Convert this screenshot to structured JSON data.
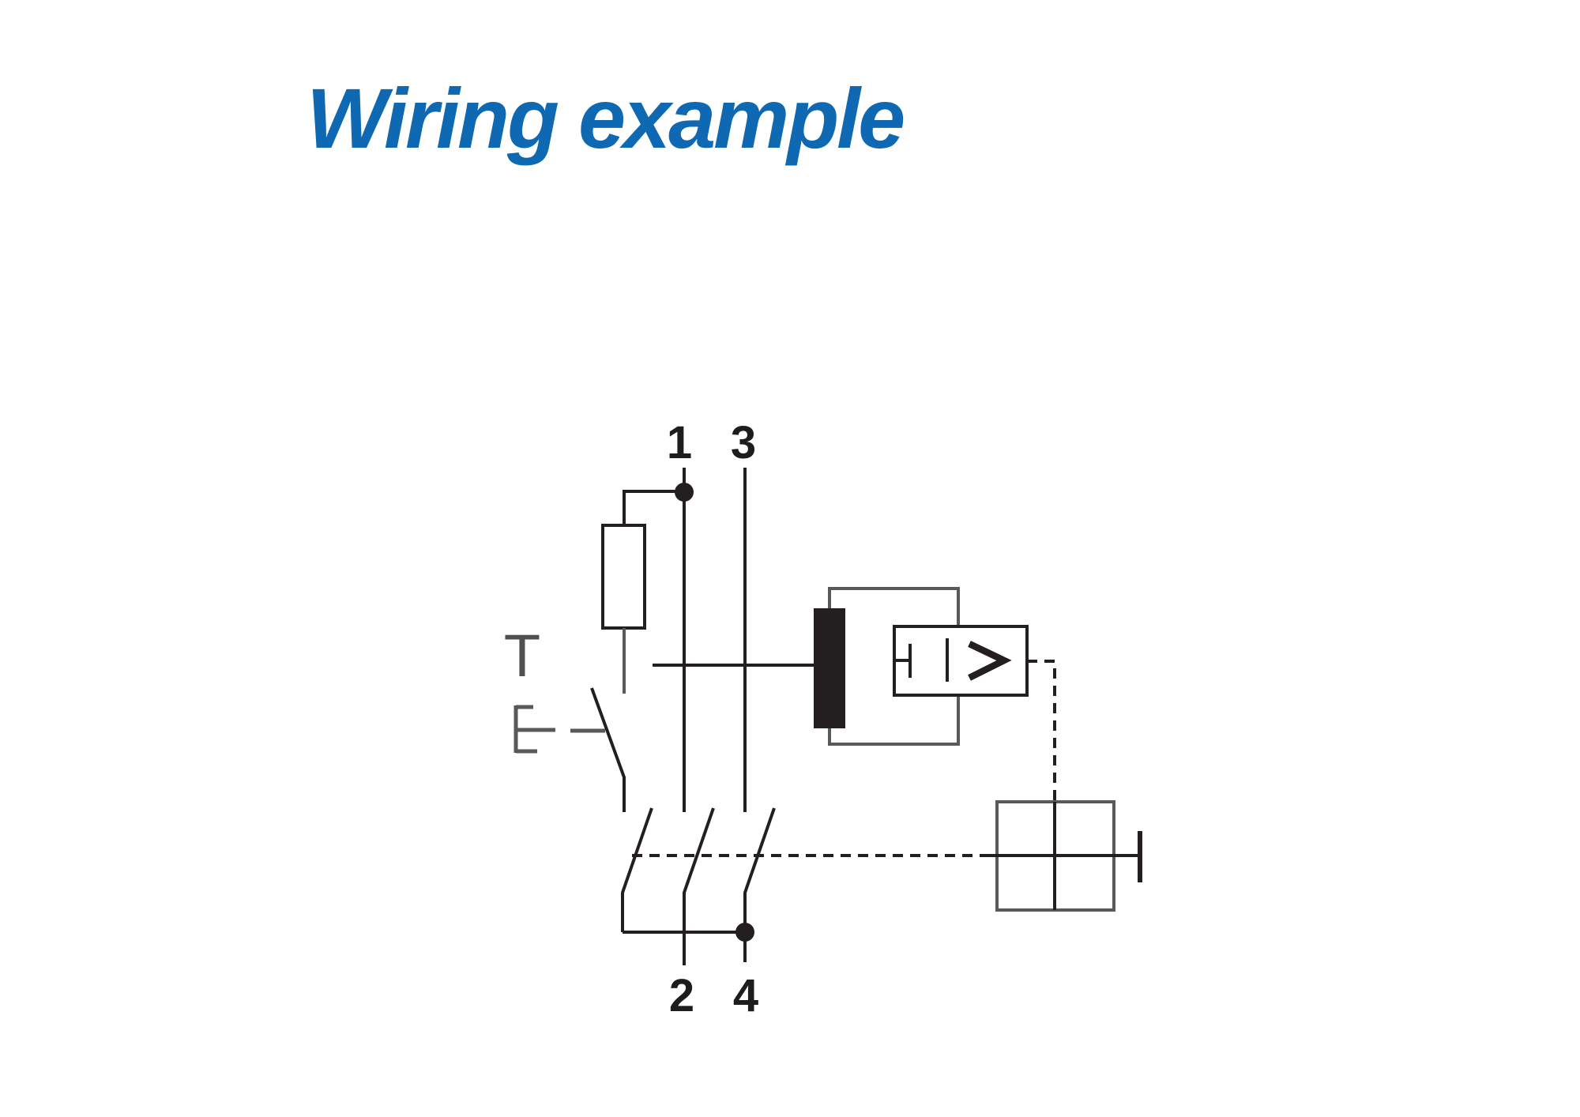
{
  "header": {
    "title": "Wiring example"
  },
  "colors": {
    "title_blue": "#0e69b2",
    "line_black": "#231f20",
    "line_gray": "#58595b",
    "background": "#ffffff"
  },
  "diagram": {
    "terminals": {
      "t1": "1",
      "t3": "3",
      "t2": "2",
      "t4": "4"
    },
    "test_button": {
      "label": "T"
    },
    "icons": [
      "test-resistor-icon",
      "push-button-actuator-icon",
      "switch-blade-icon",
      "junction-dot-icon",
      "ct-core-icon",
      "relay-box-icon",
      "greater-than-icon",
      "trip-unit-icon",
      "anchor-terminal-icon"
    ]
  }
}
